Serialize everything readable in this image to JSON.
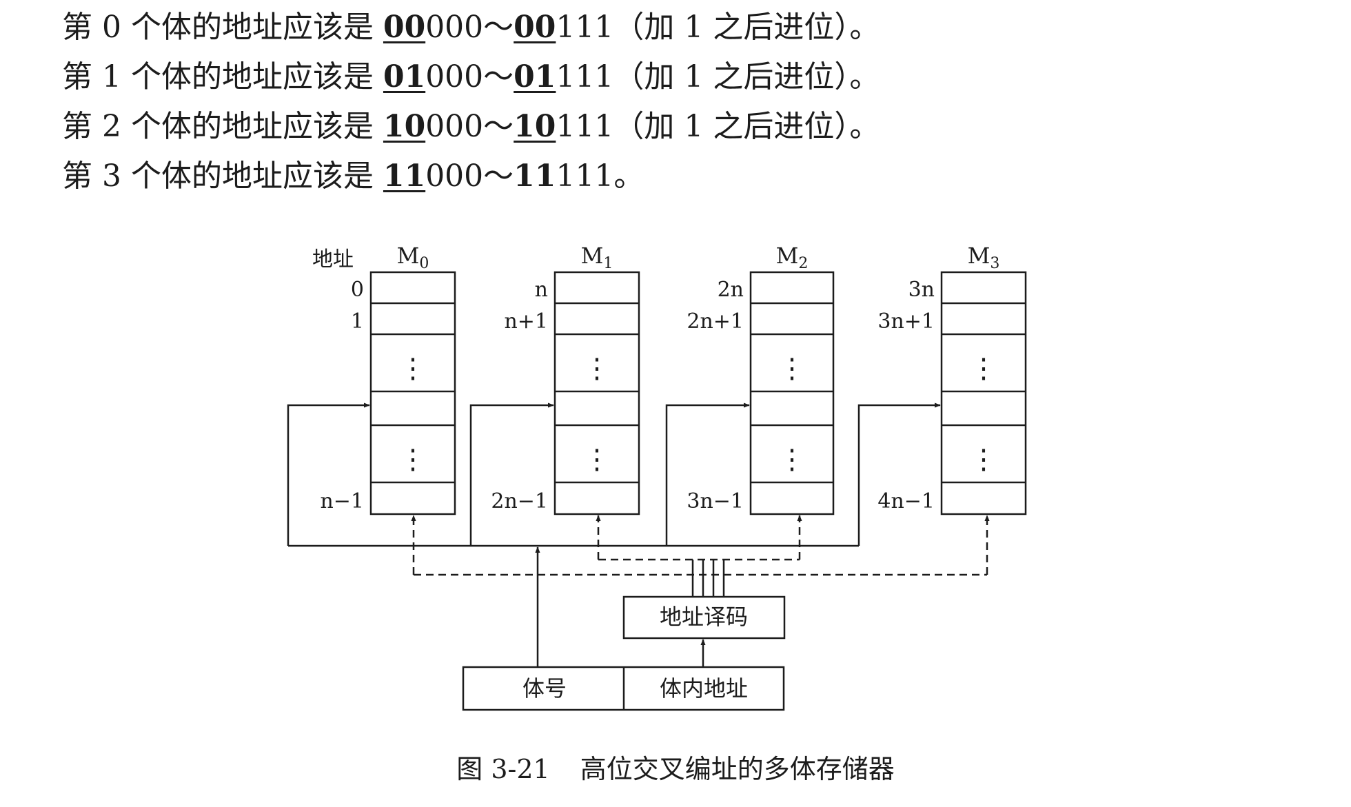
{
  "lines": [
    {
      "prefix": "第 0 个体的地址应该是 ",
      "a_bold": "00",
      "a_rest": "000",
      "sep": "～",
      "b_bold": "00",
      "b_rest": "111",
      "b_underline": true,
      "suffix": "（加 1 之后进位）。"
    },
    {
      "prefix": "第 1 个体的地址应该是 ",
      "a_bold": "01",
      "a_rest": "000",
      "sep": "～",
      "b_bold": "01",
      "b_rest": "111",
      "b_underline": true,
      "suffix": "（加 1 之后进位）。"
    },
    {
      "prefix": "第 2 个体的地址应该是 ",
      "a_bold": "10",
      "a_rest": "000",
      "sep": "～",
      "b_bold": "10",
      "b_rest": "111",
      "b_underline": true,
      "suffix": "（加 1 之后进位）。"
    },
    {
      "prefix": "第 3 个体的地址应该是 ",
      "a_bold": "11",
      "a_rest": "000",
      "sep": "～",
      "b_bold": "11",
      "b_rest": "111",
      "b_underline": false,
      "suffix": "。"
    }
  ],
  "diagram": {
    "address_header": "地址",
    "modules": [
      {
        "name": "M",
        "sub": "0",
        "first": "0",
        "second": "1",
        "last": "n−1"
      },
      {
        "name": "M",
        "sub": "1",
        "first": "n",
        "second": "n+1",
        "last": "2n−1"
      },
      {
        "name": "M",
        "sub": "2",
        "first": "2n",
        "second": "2n+1",
        "last": "3n−1"
      },
      {
        "name": "M",
        "sub": "3",
        "first": "3n",
        "second": "3n+1",
        "last": "4n−1"
      }
    ],
    "ellipsis": "⋮",
    "decoder_label": "地址译码",
    "bank_number_label": "体号",
    "in_bank_address_label": "体内地址"
  },
  "caption": {
    "number": "图 3-21",
    "title": "高位交叉编址的多体存储器"
  }
}
